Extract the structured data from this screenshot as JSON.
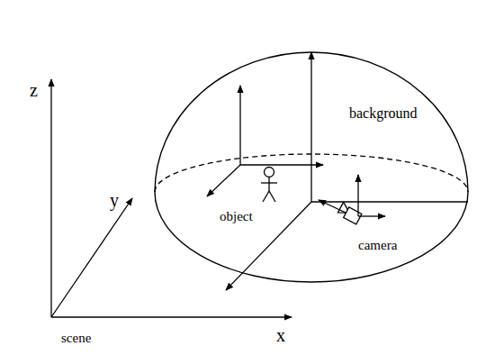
{
  "diagram": {
    "nodes": [
      {
        "text": [
          "background"
        ]
      }
    ],
    "labels": [
      "z",
      "y",
      "x",
      "scene",
      "object",
      "camera"
    ]
  }
}
